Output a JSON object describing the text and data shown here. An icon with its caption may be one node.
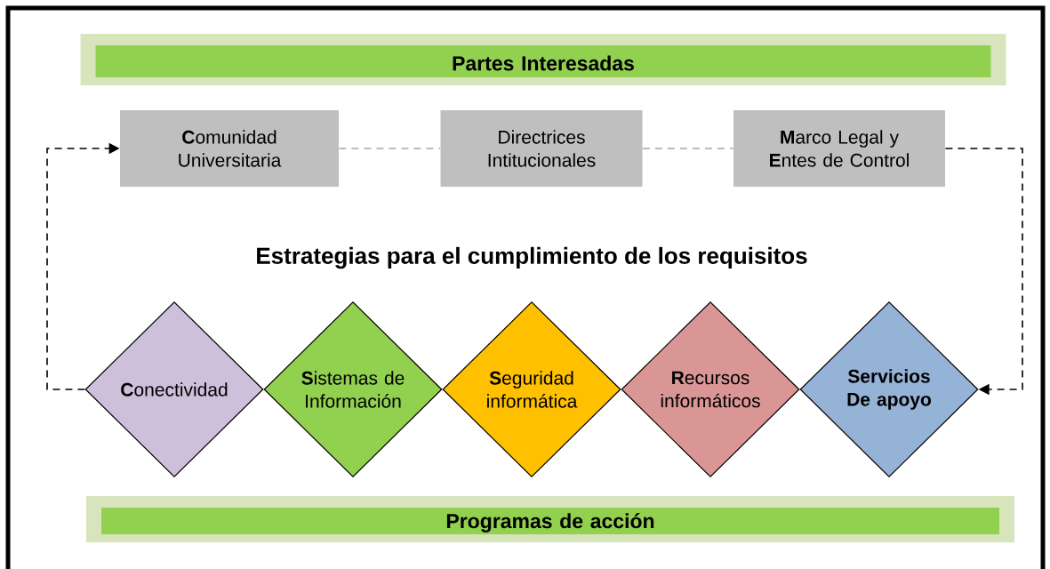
{
  "diagram": {
    "title": "Estrategias para el cumplimiento de los requisitos",
    "nodes": [
      {
        "text": [
          "Partes Interesadas"
        ]
      },
      {
        "text": [
          "**C**omunidad Universitaria"
        ]
      },
      {
        "text": [
          "Directrices Intitucionales"
        ]
      },
      {
        "text": [
          "**M**arco Legal y **E**ntes de Control"
        ]
      },
      {
        "text": [
          "**C**onectividad"
        ]
      },
      {
        "text": [
          "**S**istemas de Información"
        ]
      },
      {
        "text": [
          "**S**eguridad informática"
        ]
      },
      {
        "text": [
          "**R**ecursos informáticos"
        ]
      },
      {
        "text": [
          "Servicios De apoyo"
        ]
      },
      {
        "text": [
          "Programas de acción"
        ]
      }
    ],
    "edges": [
      {
        "from": 1,
        "to": 2,
        "arrow": "none",
        "style": "dashed"
      },
      {
        "from": 2,
        "to": 3,
        "arrow": "none",
        "style": "dashed"
      },
      {
        "from": 3,
        "to": 8,
        "arrow": "to",
        "style": "dashed",
        "color": "#000000"
      },
      {
        "from": 4,
        "to": 1,
        "arrow": "to",
        "style": "dashed",
        "color": "#000000"
      }
    ]
  }
}
